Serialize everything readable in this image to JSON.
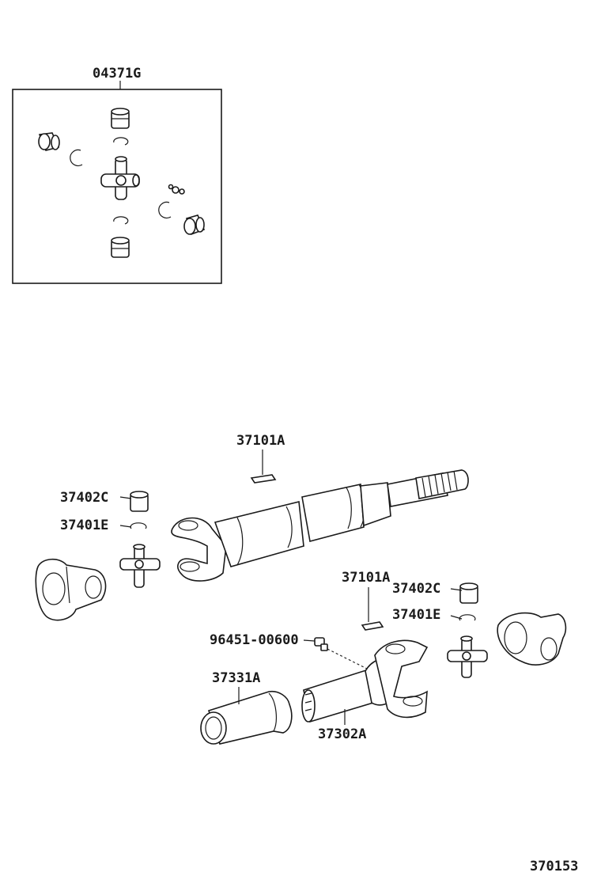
{
  "diagram": {
    "kit_label": "04371G",
    "figure_number": "370153",
    "callouts": [
      {
        "id": "callout-37101a-upper",
        "text": "37101A"
      },
      {
        "id": "callout-37402c-left",
        "text": "37402C"
      },
      {
        "id": "callout-37401e-left",
        "text": "37401E"
      },
      {
        "id": "callout-37101a-lower",
        "text": "37101A"
      },
      {
        "id": "callout-37402c-right",
        "text": "37402C"
      },
      {
        "id": "callout-37401e-right",
        "text": "37401E"
      },
      {
        "id": "callout-96451-00600",
        "text": "96451-00600"
      },
      {
        "id": "callout-37331a",
        "text": "37331A"
      },
      {
        "id": "callout-37302a",
        "text": "37302A"
      }
    ]
  }
}
